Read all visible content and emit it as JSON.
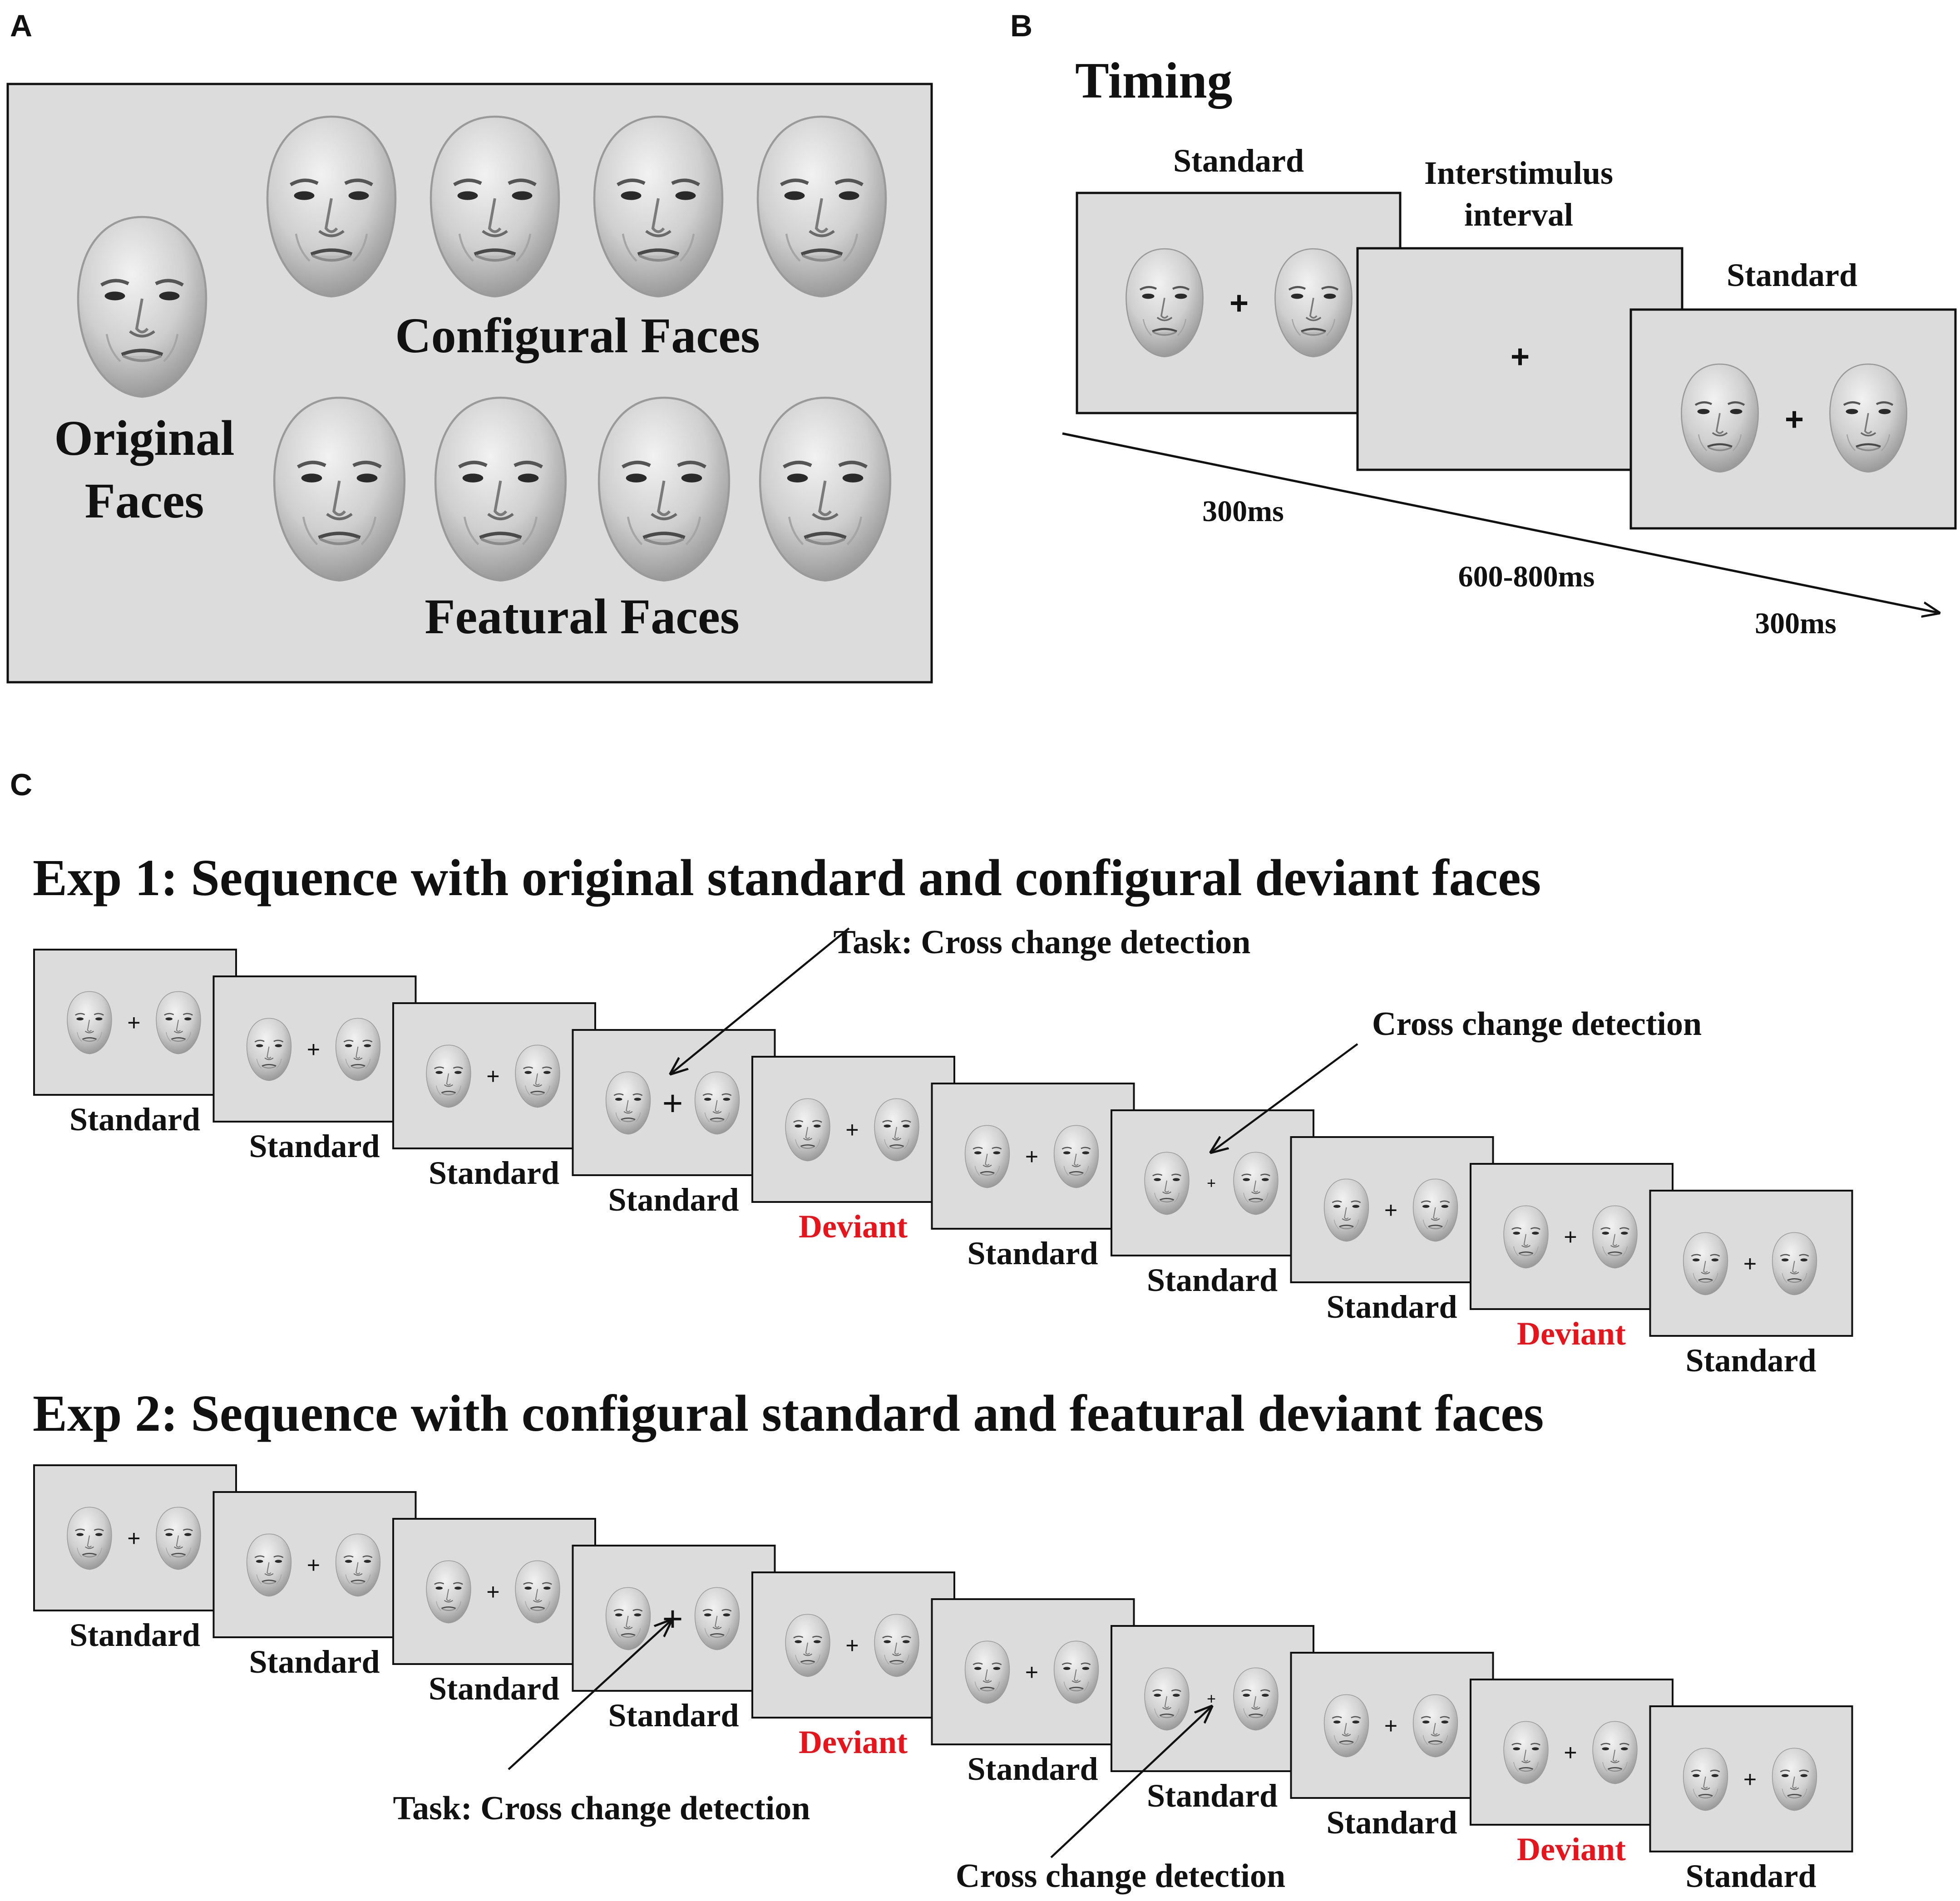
{
  "panels": {
    "a": {
      "letter": "A",
      "original_label_1": "Original",
      "original_label_2": "Faces",
      "configural_label": "Configural Faces",
      "featural_label": "Featural Faces"
    },
    "b": {
      "letter": "B",
      "title": "Timing",
      "frame1_label": "Standard",
      "frame2_label_1": "Interstimulus",
      "frame2_label_2": "interval",
      "frame3_label": "Standard",
      "fixation": "+",
      "time1": "300ms",
      "time2": "600-800ms",
      "time3": "300ms"
    },
    "c": {
      "letter": "C",
      "exp1": {
        "title": "Exp 1: Sequence with original standard and configural deviant faces",
        "task_label": "Task: Cross change detection",
        "detect_label": "Cross change detection",
        "frames": [
          {
            "label": "Standard",
            "deviant": false
          },
          {
            "label": "Standard",
            "deviant": false
          },
          {
            "label": "Standard",
            "deviant": false
          },
          {
            "label": "Standard",
            "deviant": false,
            "cross": "large"
          },
          {
            "label": "Deviant",
            "deviant": true
          },
          {
            "label": "Standard",
            "deviant": false
          },
          {
            "label": "Standard",
            "deviant": false,
            "cross": "small"
          },
          {
            "label": "Standard",
            "deviant": false
          },
          {
            "label": "Deviant",
            "deviant": true
          },
          {
            "label": "Standard",
            "deviant": false
          }
        ]
      },
      "exp2": {
        "title": "Exp 2: Sequence with configural standard and featural deviant faces",
        "task_label": "Task: Cross change detection",
        "detect_label": "Cross change detection",
        "frames": [
          {
            "label": "Standard",
            "deviant": false
          },
          {
            "label": "Standard",
            "deviant": false
          },
          {
            "label": "Standard",
            "deviant": false
          },
          {
            "label": "Standard",
            "deviant": false,
            "cross": "large"
          },
          {
            "label": "Deviant",
            "deviant": true
          },
          {
            "label": "Standard",
            "deviant": false
          },
          {
            "label": "Standard",
            "deviant": false,
            "cross": "small"
          },
          {
            "label": "Standard",
            "deviant": false
          },
          {
            "label": "Deviant",
            "deviant": true
          },
          {
            "label": "Standard",
            "deviant": false
          }
        ]
      }
    }
  },
  "colors": {
    "screen_fill": "#dcdcdc",
    "deviant_text": "#e8141b",
    "text": "#111111"
  }
}
